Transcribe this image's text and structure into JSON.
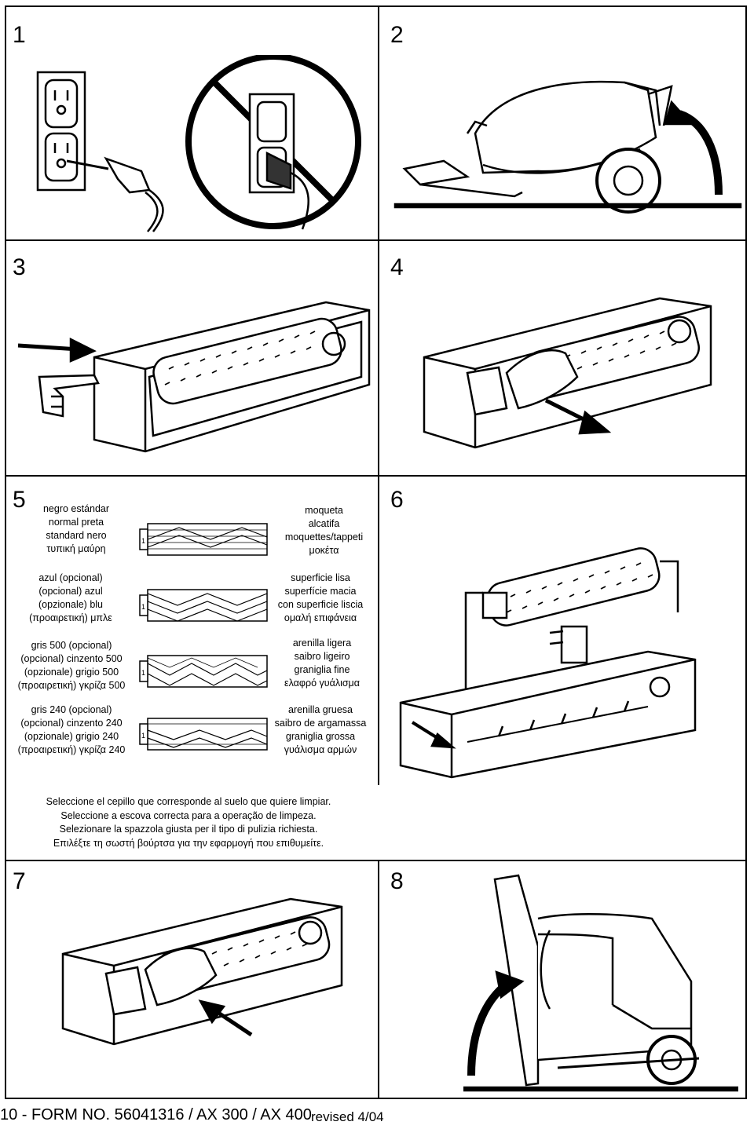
{
  "steps": {
    "s1": "1",
    "s2": "2",
    "s3": "3",
    "s4": "4",
    "s5": "5",
    "s6": "6",
    "s7": "7",
    "s8": "8"
  },
  "brush_colors": [
    {
      "lines": [
        "negro estándar",
        "normal preta",
        "standard nero",
        "τυπική μαύρη"
      ]
    },
    {
      "lines": [
        "azul (opcional)",
        "(opcional) azul",
        "(opzionale) blu",
        "(προαιρετική) μπλε"
      ]
    },
    {
      "lines": [
        "gris 500 (opcional)",
        "(opcional) cinzento 500",
        "(opzionale) grigio 500",
        "(προαιρετική) γκρίζα 500"
      ]
    },
    {
      "lines": [
        "gris 240 (opcional)",
        "(opcional) cinzento 240",
        "(opzionale) grigio 240",
        "(προαιρετική) γκρίζα 240"
      ]
    }
  ],
  "surfaces": [
    {
      "lines": [
        "moqueta",
        "alcatifa",
        "moquettes/tappeti",
        "μοκέτα"
      ]
    },
    {
      "lines": [
        "superficie lisa",
        "superfície macia",
        "con superficie liscia",
        "ομαλή επιφάνεια"
      ]
    },
    {
      "lines": [
        "arenilla ligera",
        "saibro ligeiro",
        "graniglia fine",
        "ελαφρό γυάλισμα"
      ]
    },
    {
      "lines": [
        "arenilla gruesa",
        "saibro de argamassa",
        "graniglia grossa",
        "γυάλισμα αρμών"
      ]
    }
  ],
  "instructions": [
    "Seleccione el cepillo que corresponde al suelo que quiere limpiar.",
    "Seleccione a escova correcta para a operação de limpeza.",
    "Selezionare la spazzola giusta per il tipo di pulizia richiesta.",
    "Επιλέξτε τη σωστή βούρτσα για την εφαρμογή που επιθυμείτε."
  ],
  "footer": {
    "form": "10 - FORM NO. 56041316 / AX 300 / AX 400",
    "revised": "revised 4/04"
  }
}
